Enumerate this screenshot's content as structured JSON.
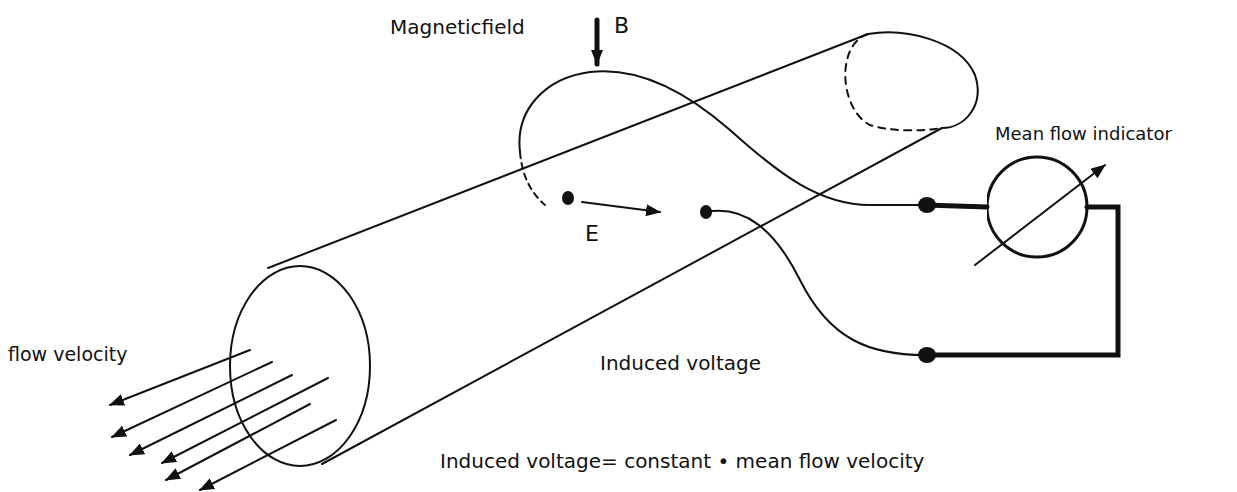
{
  "diagram": {
    "nodes": [
      {
        "text": [
          "Mean flow indicator"
        ]
      }
    ],
    "labels": [
      "Magneticfield",
      "B",
      "E",
      "flow velocity",
      "Induced voltage",
      "Induced voltage= constant • mean flow velocity"
    ]
  }
}
